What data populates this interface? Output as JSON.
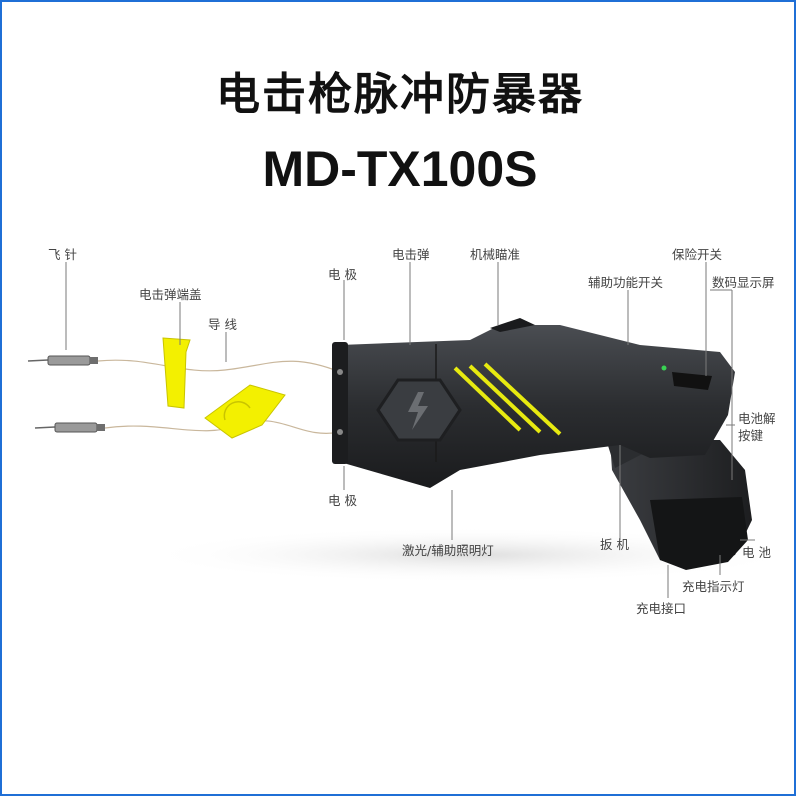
{
  "title": "电击枪脉冲防暴器",
  "model": "MD-TX100S",
  "colors": {
    "body": "#2b2d30",
    "accent": "#e7ea10",
    "cap": "#f3f000",
    "frame": "#1f6fd6",
    "leader": "#7a7a7a"
  },
  "labels": {
    "needle": "飞 针",
    "cartridge_cap": "电击弹端盖",
    "wire": "导 线",
    "electrode_top": "电 极",
    "electrode_bottom": "电 极",
    "cartridge": "电击弹",
    "sight": "机械瞄准",
    "aux_switch": "辅助功能开关",
    "safety_switch": "保险开关",
    "display": "数码显示屏",
    "battery_release_1": "电池解",
    "battery_release_2": "按键",
    "laser": "激光/辅助照明灯",
    "trigger": "扳 机",
    "battery": "电 池",
    "charge_indicator": "充电指示灯",
    "charge_port": "充电接口"
  }
}
